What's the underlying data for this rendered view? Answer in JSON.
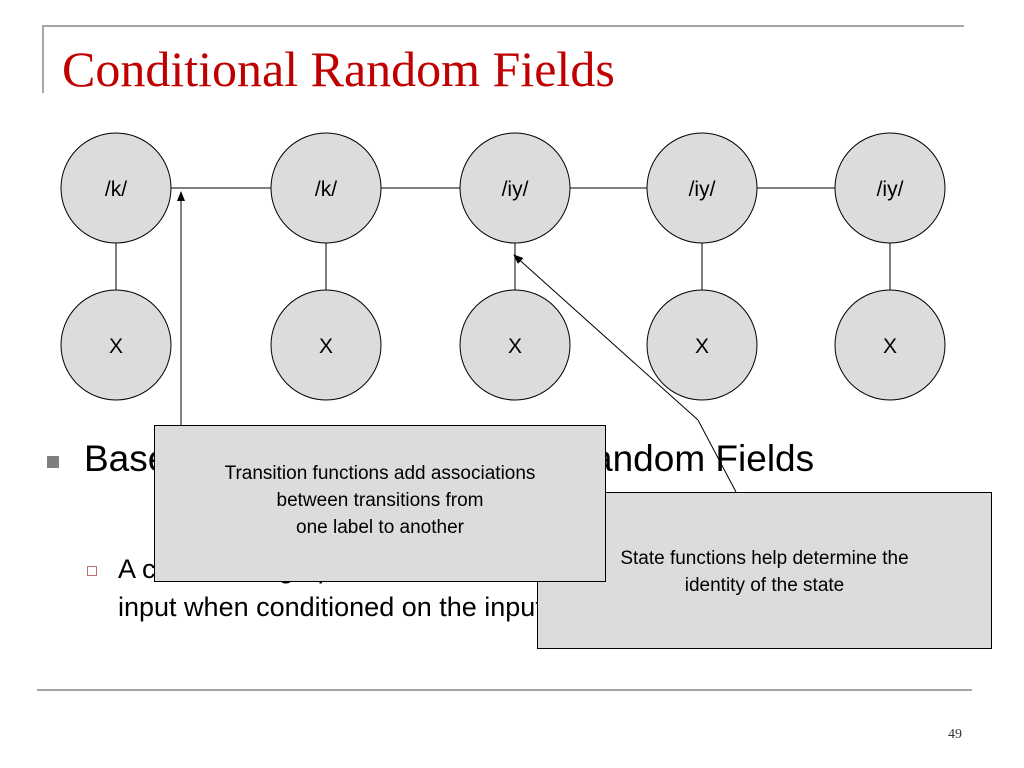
{
  "slide": {
    "title": "Conditional Random Fields",
    "slide_number": "49"
  },
  "diagram": {
    "label_nodes": [
      "/k/",
      "/k/",
      "/iy/",
      "/iy/",
      "/iy/"
    ],
    "observation_nodes": [
      "X",
      "X",
      "X",
      "X",
      "X"
    ]
  },
  "body": {
    "bullet_text": "Based on the idea of Markov Random Fields",
    "sub_bullet_text": "A conditional graphical model that is globally conditioned on the input when conditioned on the input"
  },
  "callouts": {
    "transition": "Transition functions add associations\nbetween transitions from\none label to another",
    "state": "State functions help determine the\nidentity of the state"
  },
  "colors": {
    "title": "#c00000",
    "node_fill": "#dcdcdc",
    "callout_fill": "#dcdcdc",
    "frame": "#a6a6a6"
  }
}
